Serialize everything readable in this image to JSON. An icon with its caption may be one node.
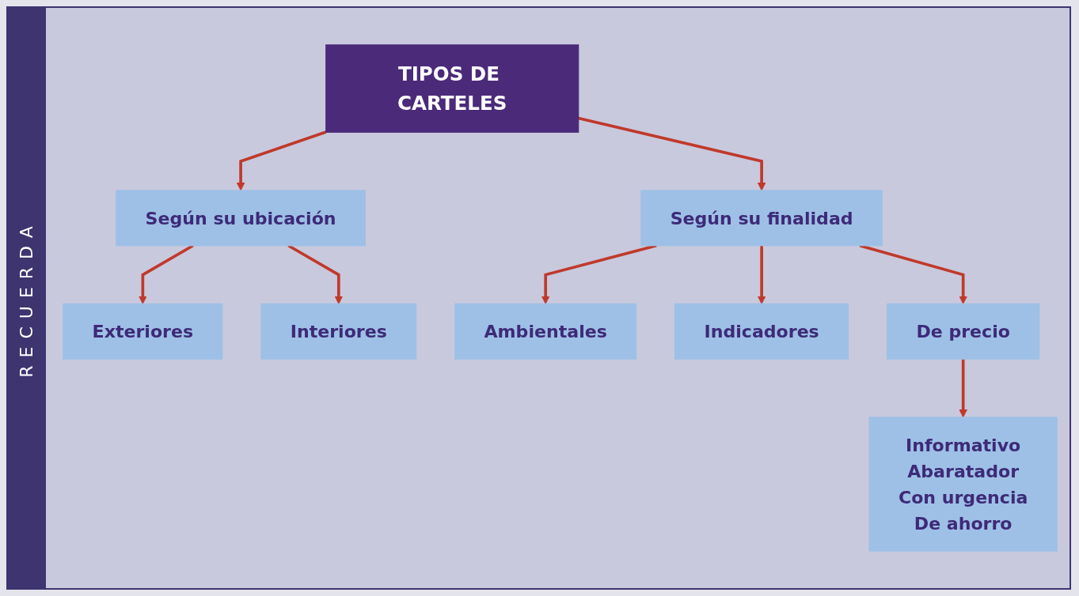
{
  "diagram": {
    "nodes": [
      {
        "text": [
          "TIPOS DE CARTELES"
        ]
      },
      {
        "text": [
          "Según su ubicación"
        ]
      },
      {
        "text": [
          "Según su finalidad"
        ]
      },
      {
        "text": [
          "Exteriores"
        ]
      },
      {
        "text": [
          "Interiores"
        ]
      },
      {
        "text": [
          "Ambientales"
        ]
      },
      {
        "text": [
          "Indicadores"
        ]
      },
      {
        "text": [
          "De precio"
        ]
      },
      {
        "text": [
          "Informativo",
          "Abaratador",
          "Con urgencia",
          "De ahorro"
        ]
      }
    ],
    "edges": [
      {
        "from": 0,
        "to": 1,
        "arrow": "to"
      },
      {
        "from": 0,
        "to": 2,
        "arrow": "to"
      },
      {
        "from": 1,
        "to": 3,
        "arrow": "to"
      },
      {
        "from": 1,
        "to": 4,
        "arrow": "to"
      },
      {
        "from": 2,
        "to": 5,
        "arrow": "to"
      },
      {
        "from": 2,
        "to": 6,
        "arrow": "to"
      },
      {
        "from": 2,
        "to": 7,
        "arrow": "to"
      },
      {
        "from": 7,
        "to": 8,
        "arrow": "to"
      }
    ],
    "labels": [
      "RECUERDA"
    ]
  }
}
